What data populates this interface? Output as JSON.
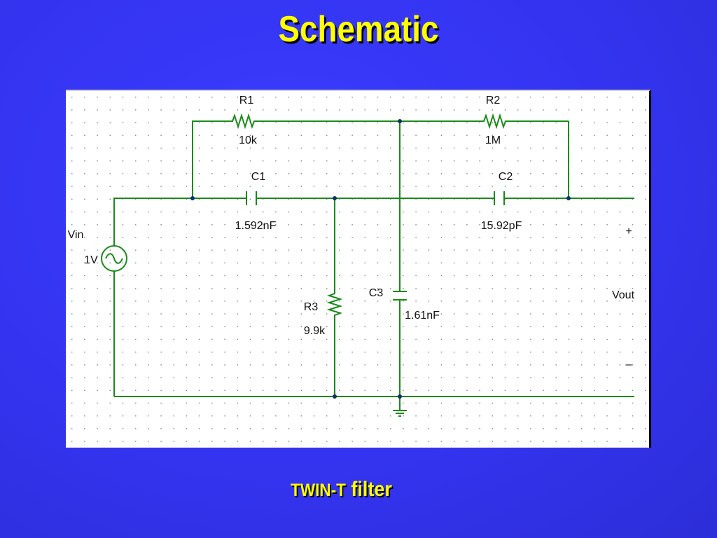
{
  "title": "Schematic",
  "caption": {
    "prefix": "TWIN-T",
    "suffix": " filter"
  },
  "components": {
    "r1": {
      "name": "R1",
      "value": "10k"
    },
    "r2": {
      "name": "R2",
      "value": "1M"
    },
    "r3": {
      "name": "R3",
      "value": "9.9k"
    },
    "c1": {
      "name": "C1",
      "value": "1.592nF"
    },
    "c2": {
      "name": "C2",
      "value": "15.92pF"
    },
    "c3": {
      "name": "C3",
      "value": "1.61nF"
    },
    "source": {
      "name": "Vin",
      "value": "1V"
    }
  },
  "output": {
    "label": "Vout",
    "plus": "+",
    "minus": "–"
  },
  "colors": {
    "background": "#3434f0",
    "title": "#ffff00",
    "wire": "#1a8a1a",
    "junction": "#10306a"
  }
}
